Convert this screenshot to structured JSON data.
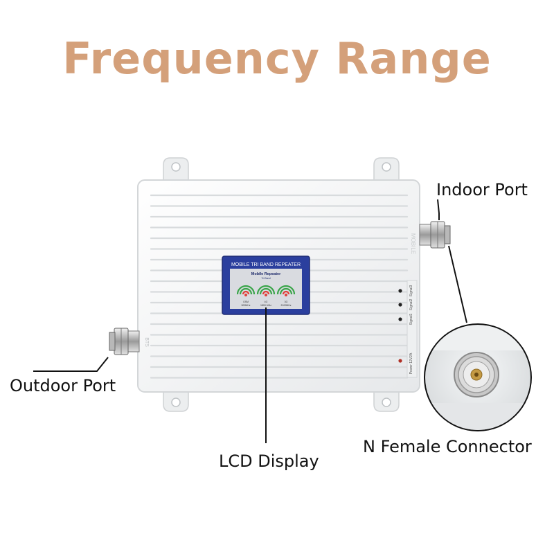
{
  "title": "Frequency Range",
  "colors": {
    "title": "#d4a07a",
    "device_body": "#f4f5f6",
    "lcd_blue": "#2b3f9e",
    "lcd_screen": "#d9dbe0",
    "wifi_red": "#e0403a",
    "wifi_green": "#3aa54a"
  },
  "labels": {
    "indoor_port": "Indoor Port",
    "outdoor_port": "Outdoor Port",
    "lcd_display": "LCD Display",
    "n_female_connector": "N Female Connector"
  },
  "device": {
    "panel_title": "MOBILE TRI BAND REPEATER",
    "screen_title": "Mobile Repeater",
    "screen_subtitle": "Tri Band",
    "bands": [
      {
        "name": "GSM",
        "freq": "900MHz"
      },
      {
        "name": "4G",
        "freq": "1800 MHz"
      },
      {
        "name": "3G",
        "freq": "2100MHz"
      }
    ],
    "side_text": "MOBILE",
    "port_text": "BTS",
    "indicators": [
      "Signal3",
      "Signal2",
      "Signal1",
      "Power  12V2A"
    ]
  }
}
